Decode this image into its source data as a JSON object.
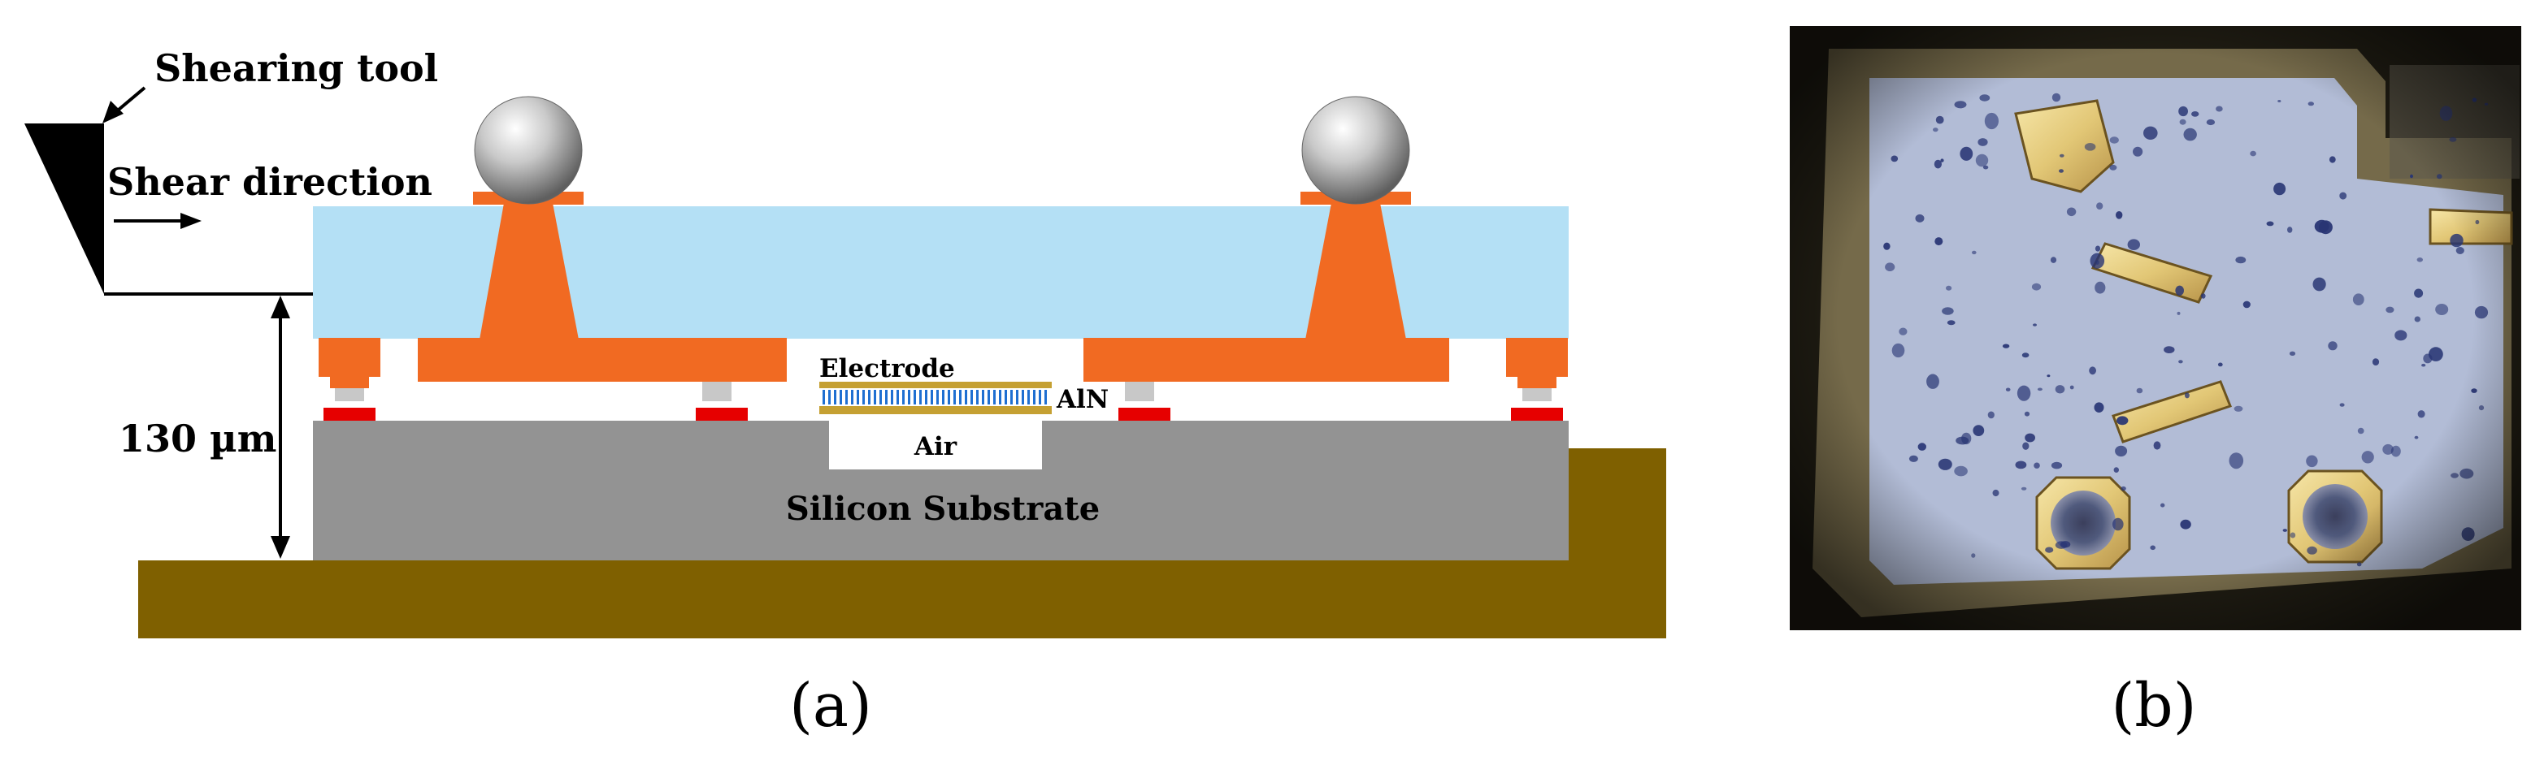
{
  "panel_a": {
    "label": "(a)",
    "shearing_tool_label": "Shearing tool",
    "shear_direction_label": "Shear direction",
    "height_label": "130 µm",
    "electrode_label": "Electrode",
    "aln_label": "AlN",
    "air_label": "Air",
    "substrate_label": "Silicon Substrate",
    "colors": {
      "base_platform": "#7f6000",
      "silicon_substrate": "#939393",
      "glass_cap": "#b4e0f5",
      "copper_via": "#f16a22",
      "red_pad": "#e60000",
      "gold_layer": "#c5a032",
      "aln_stripe": "#1f6fd1",
      "solder_ball": "#a6a6a6"
    }
  },
  "panel_b": {
    "label": "(b)"
  }
}
